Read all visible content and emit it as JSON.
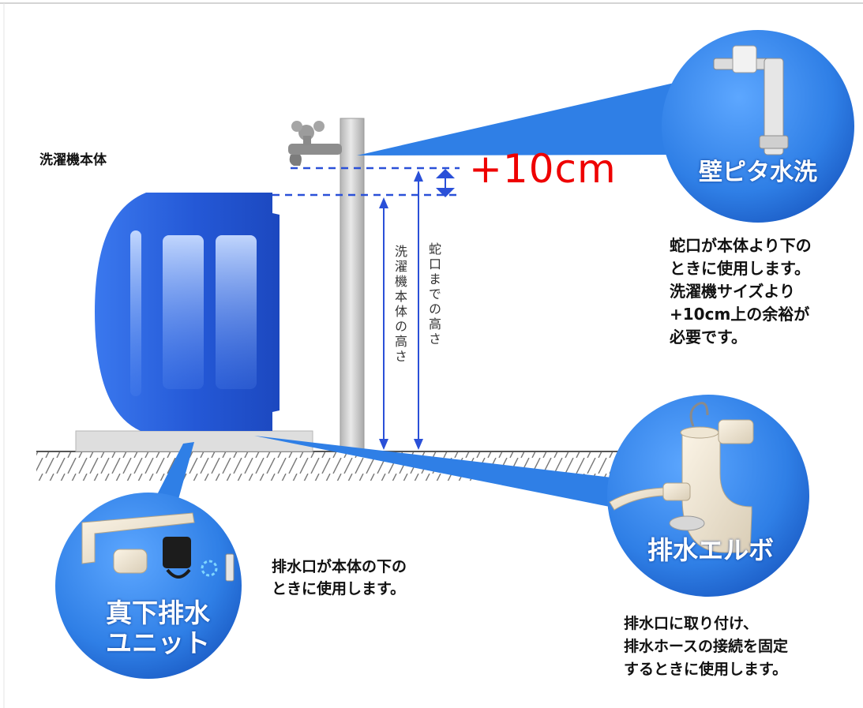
{
  "labels": {
    "washer_body": "洗濯機本体",
    "plus_10cm": "+10cm",
    "height_washer": "洗濯機本体の高さ",
    "height_faucet": "蛇口までの高さ"
  },
  "callouts": {
    "wall_pita": {
      "title": "壁ピタ水洗",
      "note": [
        "蛇口が本体より下の",
        "ときに使用します。",
        "洗濯機サイズより",
        "+10cm上の余裕が",
        "必要です。"
      ]
    },
    "elbow": {
      "title": "排水エルボ",
      "note": [
        "排水口に取り付け、",
        "排水ホースの接続を固定",
        "するときに使用します。"
      ]
    },
    "unit": {
      "title": [
        "真下排水",
        "ユニット"
      ],
      "note": [
        "排水口が本体の下の",
        "ときに使用します。"
      ]
    }
  },
  "colors": {
    "circle_blue": "#2f7fe6",
    "washer_blue": "#2560d8",
    "dash_blue": "#2a50d8",
    "accent_red": "#ee0000"
  }
}
